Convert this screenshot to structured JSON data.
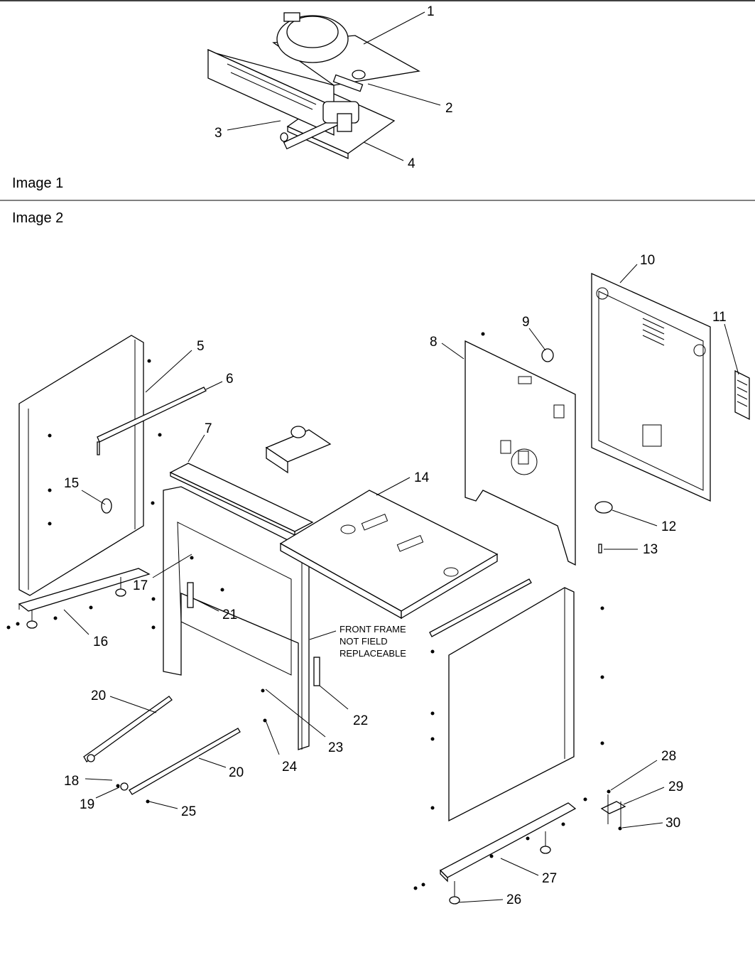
{
  "sections": [
    {
      "label": "Image 1"
    },
    {
      "label": "Image 2"
    }
  ],
  "note": [
    "FRONT FRAME",
    "NOT FIELD",
    "REPLACEABLE"
  ],
  "callouts": {
    "c1": "1",
    "c2": "2",
    "c3": "3",
    "c4": "4",
    "c5": "5",
    "c6": "6",
    "c7": "7",
    "c8": "8",
    "c9": "9",
    "c10": "10",
    "c11": "11",
    "c12": "12",
    "c13": "13",
    "c14": "14",
    "c15": "15",
    "c16": "16",
    "c17": "17",
    "c18": "18",
    "c19": "19",
    "c20a": "20",
    "c20b": "20",
    "c21": "21",
    "c22": "22",
    "c23": "23",
    "c24": "24",
    "c25": "25",
    "c26": "26",
    "c27": "27",
    "c28": "28",
    "c29": "29",
    "c30": "30"
  }
}
